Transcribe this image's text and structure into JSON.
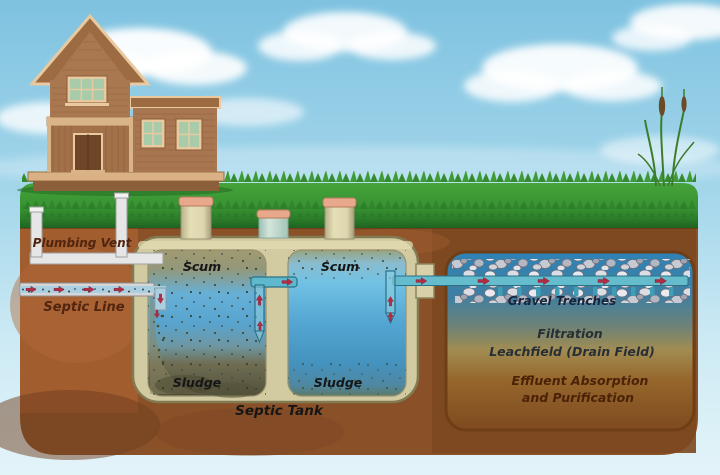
{
  "diagram": {
    "type": "septic-system-cross-section",
    "labels": {
      "plumbing_vent": "Plumbing Vent",
      "septic_line": "Septic Line",
      "scum_left": "Scum",
      "scum_right": "Scum",
      "sludge_left": "Sludge",
      "sludge_right": "Sludge",
      "septic_tank": "Septic Tank",
      "gravel_trenches": "Gravel Trenches",
      "filtration": "Filtration",
      "leachfield": "Leachfield (Drain Field)",
      "effluent_absorption_line1": "Effluent Absorption",
      "effluent_absorption_line2": "and Purification"
    },
    "palette": {
      "sky_blue": "#7ec2e0",
      "grass_green": "#3f9b35",
      "soil_brown": "#8a5128",
      "tank_wall_tan": "#d2caa0",
      "water_blue": "#54a6d2",
      "scum_olive": "#98a37c",
      "sludge_dark": "#52503a",
      "pipe_teal": "#62bacc",
      "vent_pipe_gray": "#e6e6e6",
      "arrow_red": "#b02c44",
      "gravel_gray": "#d8d8de",
      "riser_rim_salmon": "#e8a88c",
      "label_brown": "#51250f",
      "label_black": "#161616",
      "label_navy": "#18263c",
      "label_charcoal": "#262e36",
      "label_dark_brown": "#4a2208"
    }
  }
}
